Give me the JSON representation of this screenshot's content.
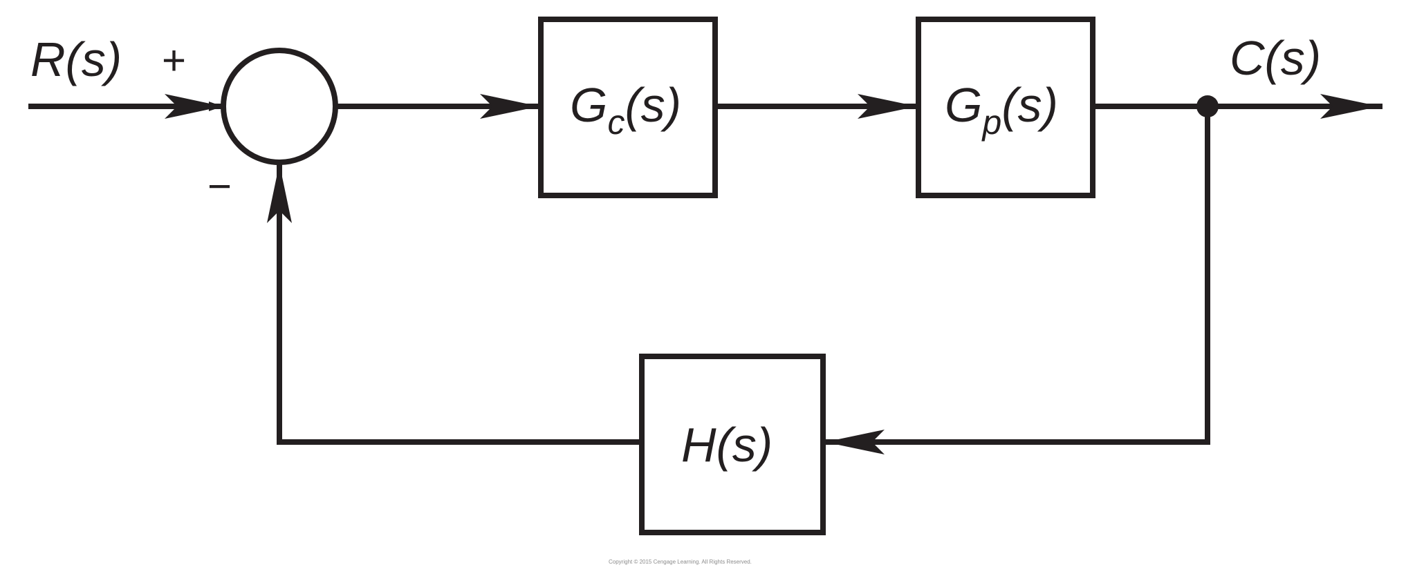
{
  "diagram": {
    "input_signal": "R(s)",
    "output_signal": "C(s)",
    "summing_junction": {
      "plus_sign": "+",
      "minus_sign": "−"
    },
    "blocks": {
      "controller": {
        "base": "G",
        "sub": "c",
        "suffix": "(s)"
      },
      "plant": {
        "base": "G",
        "sub": "p",
        "suffix": "(s)"
      },
      "feedback": "H(s)"
    },
    "footer_note": "Copyright © 2015 Cengage Learning. All Rights Reserved."
  }
}
